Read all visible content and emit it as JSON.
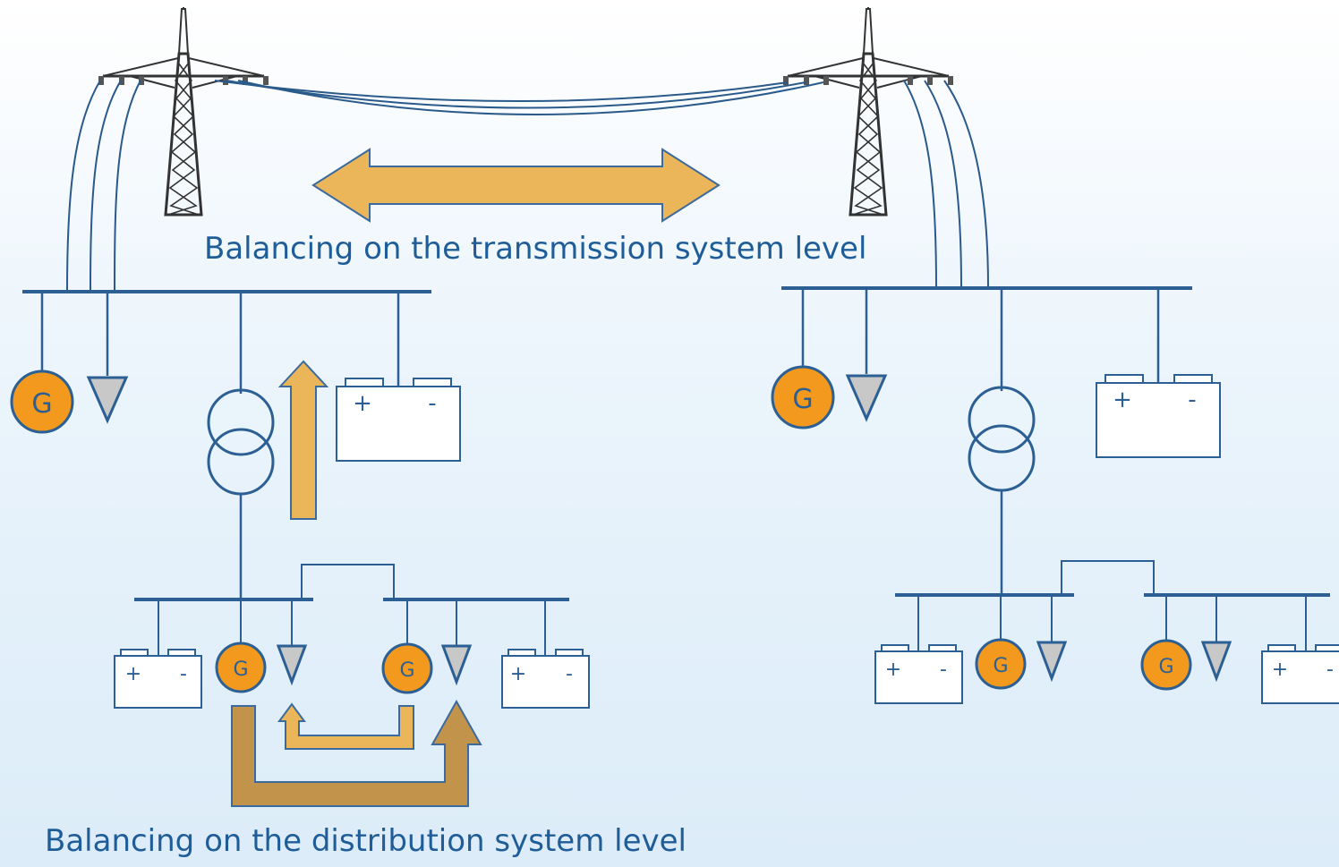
{
  "labels": {
    "transmission": "Balancing on the transmission system level",
    "distribution": "Balancing on the distribution system level"
  },
  "symbols": {
    "generator": "G",
    "battery_plus": "+",
    "battery_minus": "-"
  },
  "colors": {
    "line": "#2c5f93",
    "wire": "#2a5a8a",
    "generator_fill": "#f39a1e",
    "arrow_light": "#ebb55a",
    "arrow_dark": "#c2944b",
    "arrow_outline": "#3b6a9e",
    "load_fill": "#c8c8c8",
    "text": "#1f5d99"
  }
}
